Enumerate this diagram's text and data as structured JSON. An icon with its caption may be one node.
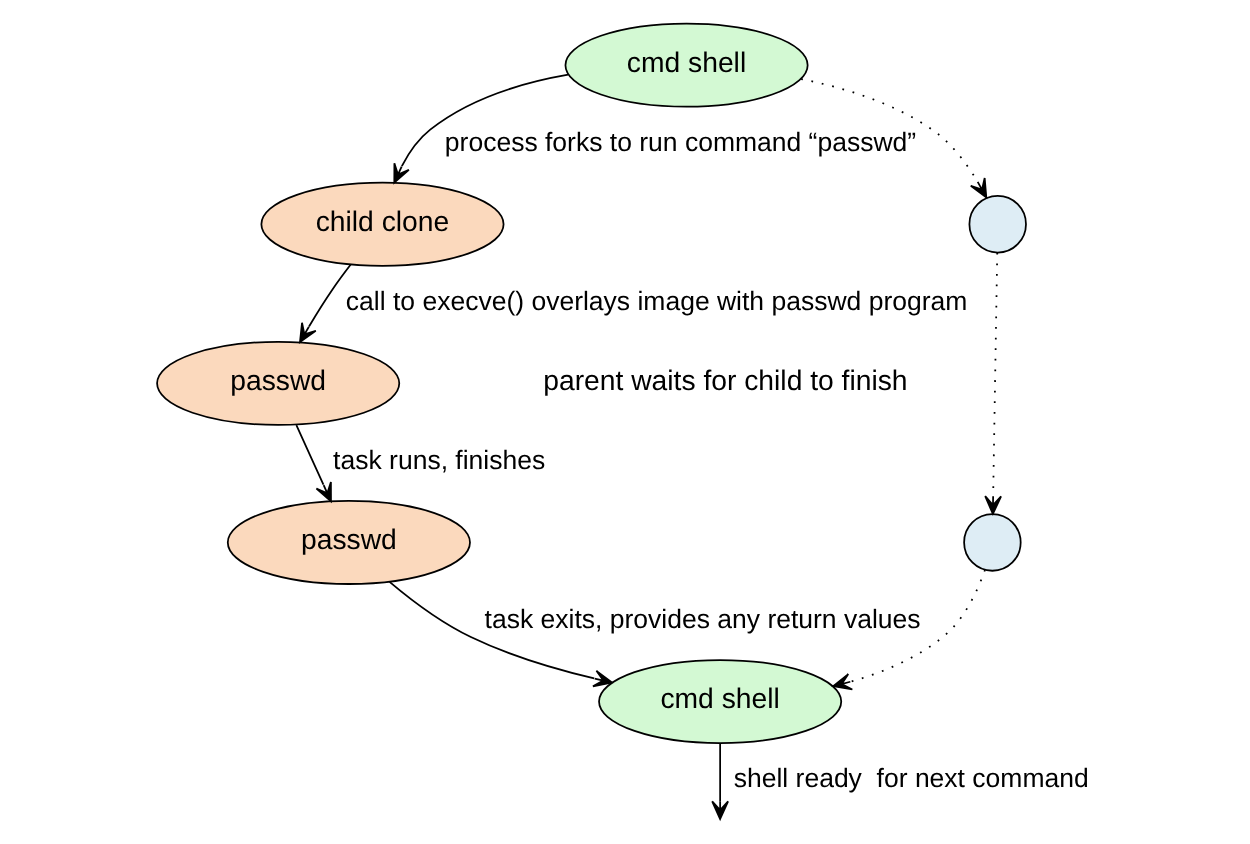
{
  "diagram": {
    "nodes": [
      {
        "text": [
          "cmd shell"
        ]
      },
      {
        "text": [
          "child clone"
        ]
      },
      {
        "text": [],
        "shape": "circle"
      },
      {
        "text": [
          "passwd"
        ]
      },
      {
        "text": [],
        "shape": "circle"
      },
      {
        "text": [
          "passwd"
        ]
      },
      {
        "text": [
          "cmd shell"
        ]
      }
    ],
    "edges": [
      {
        "from": 0,
        "to": 1,
        "arrow": "to",
        "label": "process forks to run command “passwd”"
      },
      {
        "from": 0,
        "to": 2,
        "arrow": "to",
        "style": "dashed"
      },
      {
        "from": 1,
        "to": 3,
        "arrow": "to",
        "label": "call to execve() overlays image with passwd program"
      },
      {
        "from": 2,
        "to": 4,
        "arrow": "to",
        "style": "dashed"
      },
      {
        "from": 3,
        "to": 5,
        "arrow": "to",
        "label": "task runs, finishes"
      },
      {
        "from": 4,
        "to": 6,
        "arrow": "to",
        "style": "dashed"
      },
      {
        "from": 5,
        "to": 6,
        "arrow": "to",
        "label": "task exits, provides any return values"
      },
      {
        "from": 6,
        "to": null,
        "arrow": "to",
        "label": "shell ready  for next command"
      }
    ],
    "labels": [
      "parent waits for child to finish"
    ]
  }
}
